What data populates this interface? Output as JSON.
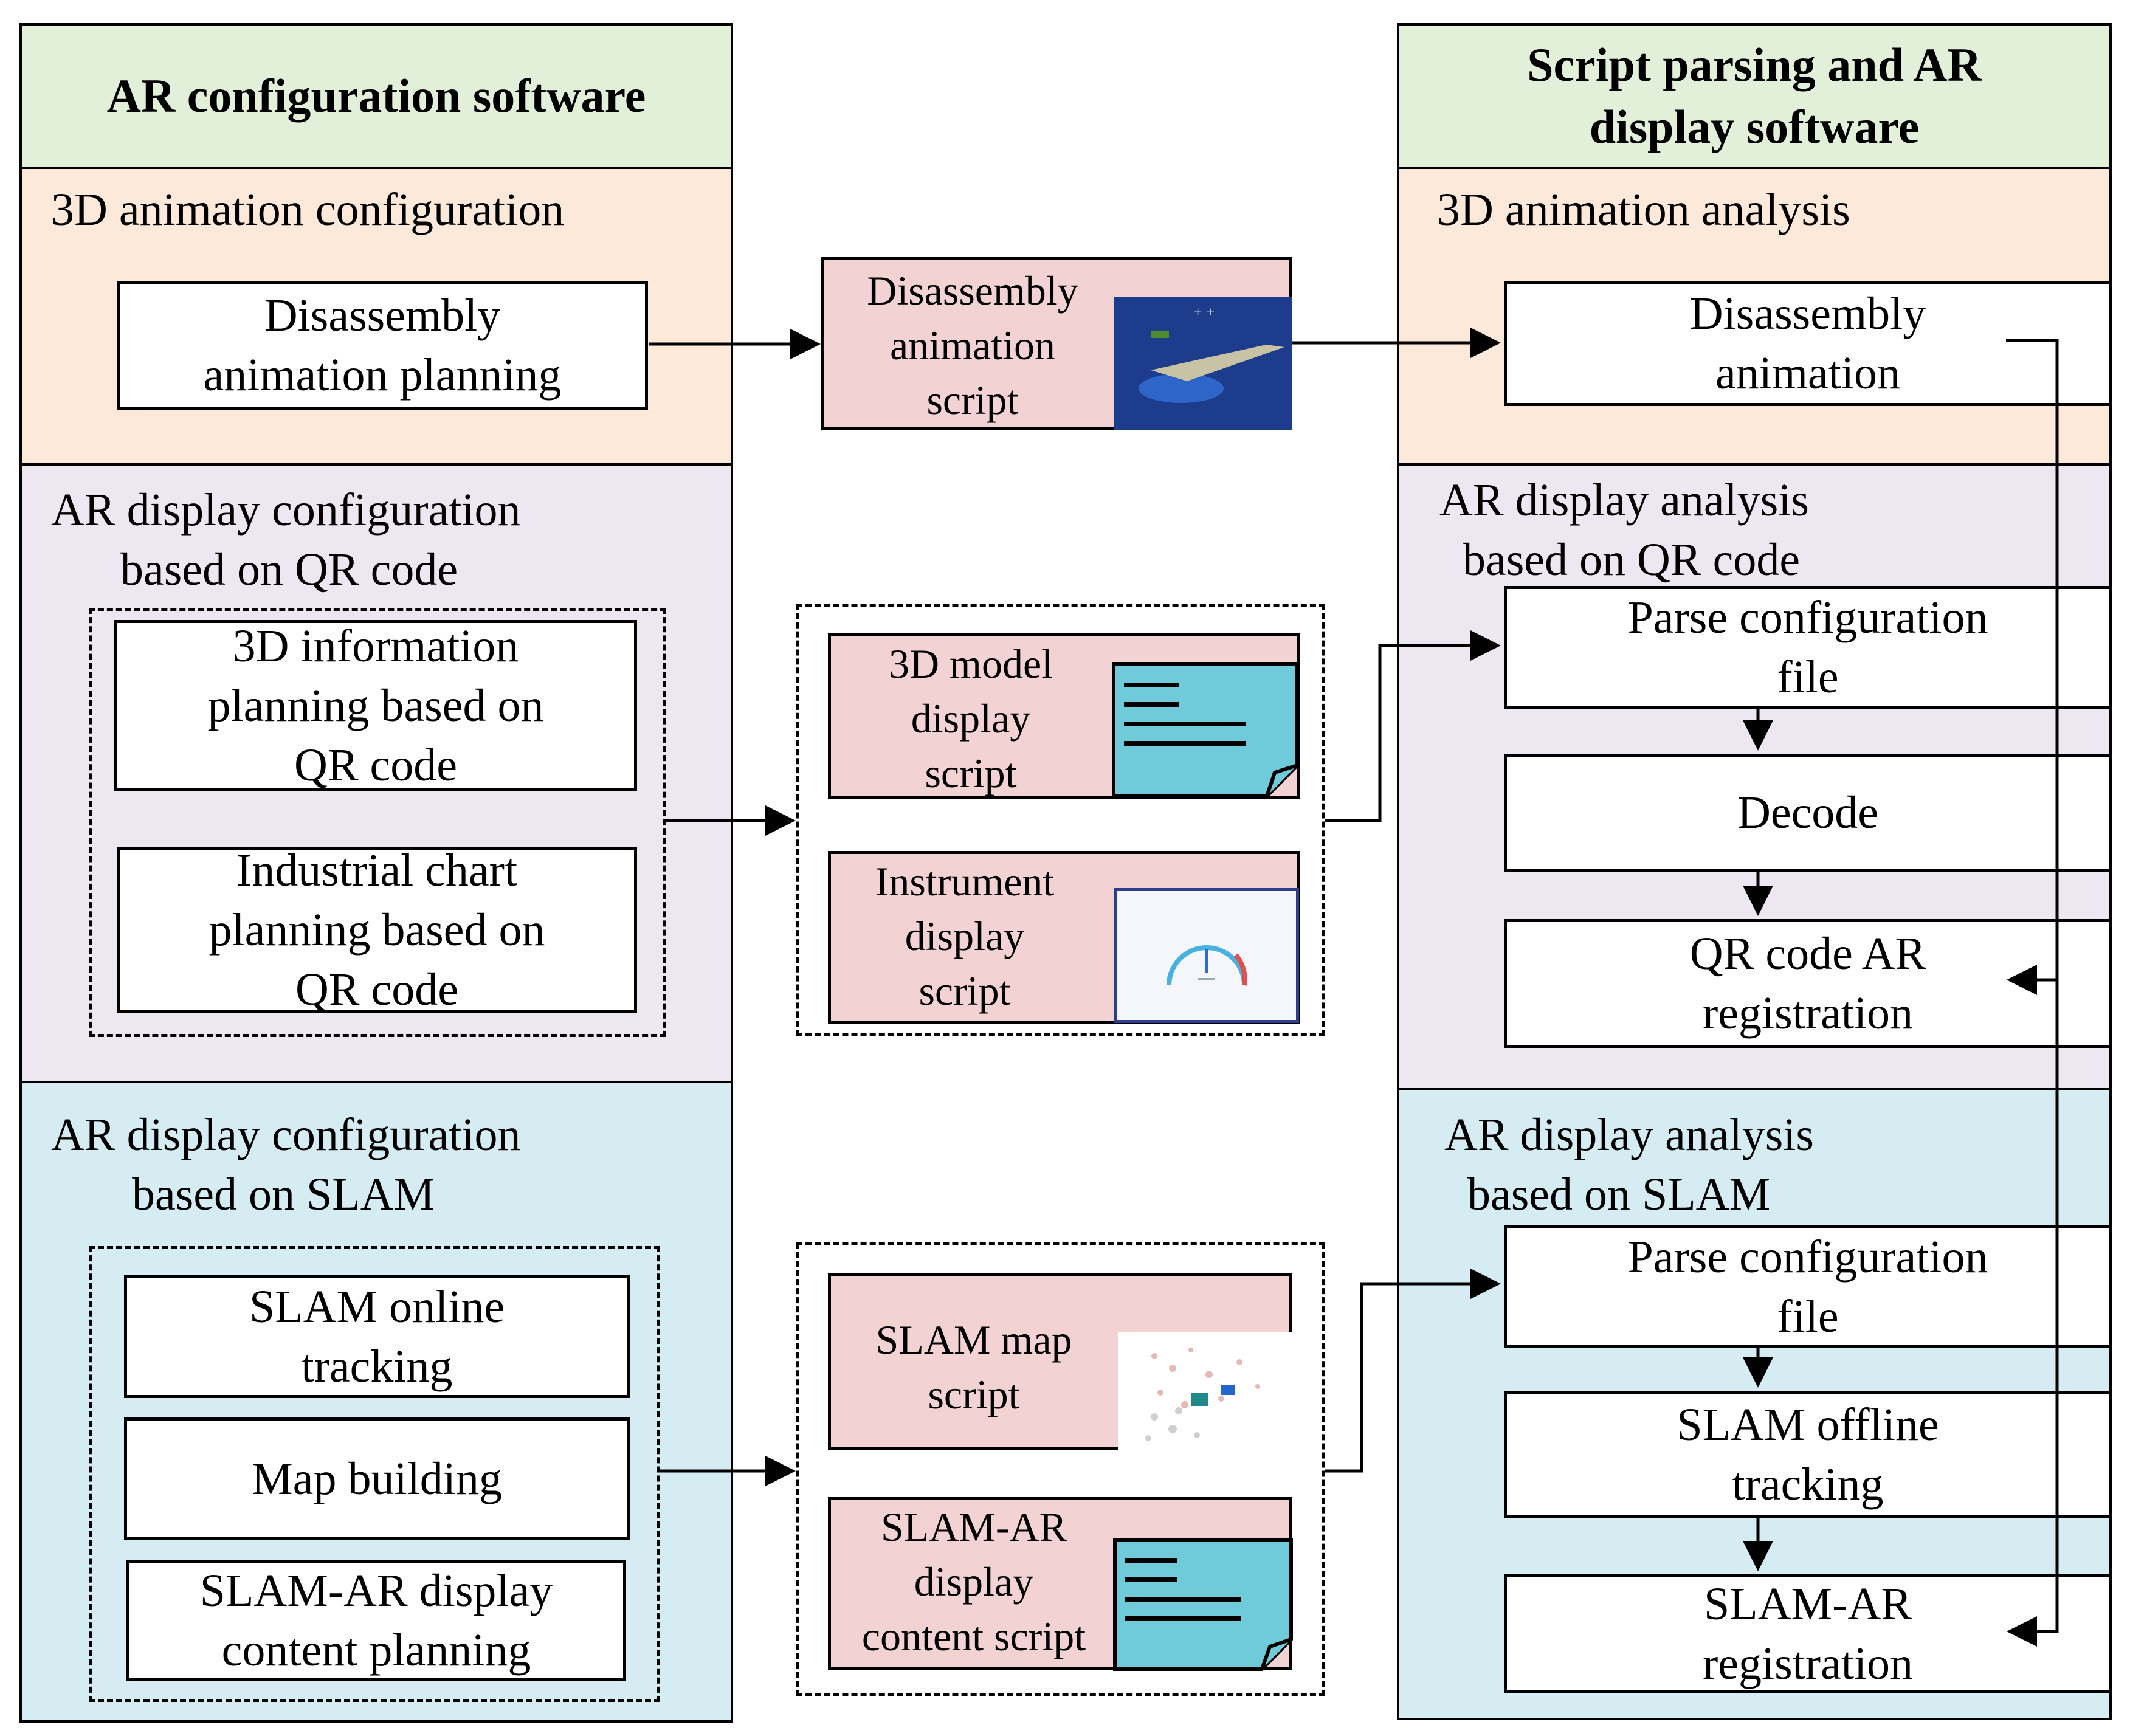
{
  "left": {
    "title": "AR configuration software",
    "sections": [
      {
        "label": "3D animation configuration",
        "items": [
          "Disassembly\nanimation planning"
        ]
      },
      {
        "label": "AR display configuration\n      based on QR code",
        "items": [
          "3D information\nplanning based on\nQR code",
          "Industrial chart\nplanning based on\nQR code"
        ]
      },
      {
        "label": "AR display configuration\n       based on SLAM",
        "items": [
          "SLAM online\ntracking",
          "Map building",
          "SLAM-AR display\ncontent planning"
        ]
      }
    ]
  },
  "middle": {
    "scripts": [
      {
        "label": "Disassembly\nanimation\nscript",
        "thumb": "disassembly-render"
      },
      {
        "label": "3D model\ndisplay\nscript",
        "thumb": "document-icon"
      },
      {
        "label": "Instrument\ndisplay\nscript",
        "thumb": "gauge-screenshot"
      },
      {
        "label": "SLAM map\nscript",
        "thumb": "point-cloud-map"
      },
      {
        "label": "SLAM-AR\ndisplay\ncontent script",
        "thumb": "document-icon"
      }
    ]
  },
  "right": {
    "title": "Script parsing and AR\ndisplay software",
    "sections": [
      {
        "label": "3D animation analysis",
        "items": [
          "Disassembly\nanimation"
        ]
      },
      {
        "label": "AR display analysis\n  based on QR code",
        "items": [
          "Parse configuration\nfile",
          "Decode",
          "QR code AR\nregistration"
        ]
      },
      {
        "label": "AR display analysis\n  based on SLAM",
        "items": [
          "Parse configuration\nfile",
          "SLAM offline\ntracking",
          "SLAM-AR\nregistration"
        ]
      }
    ]
  },
  "colors": {
    "header": "#e2efd9",
    "animation": "#fde9d9",
    "qr": "#ece7f0",
    "slam": "#d4ecf2",
    "script": "#f2d2d2",
    "doc": "#6fcad9"
  }
}
